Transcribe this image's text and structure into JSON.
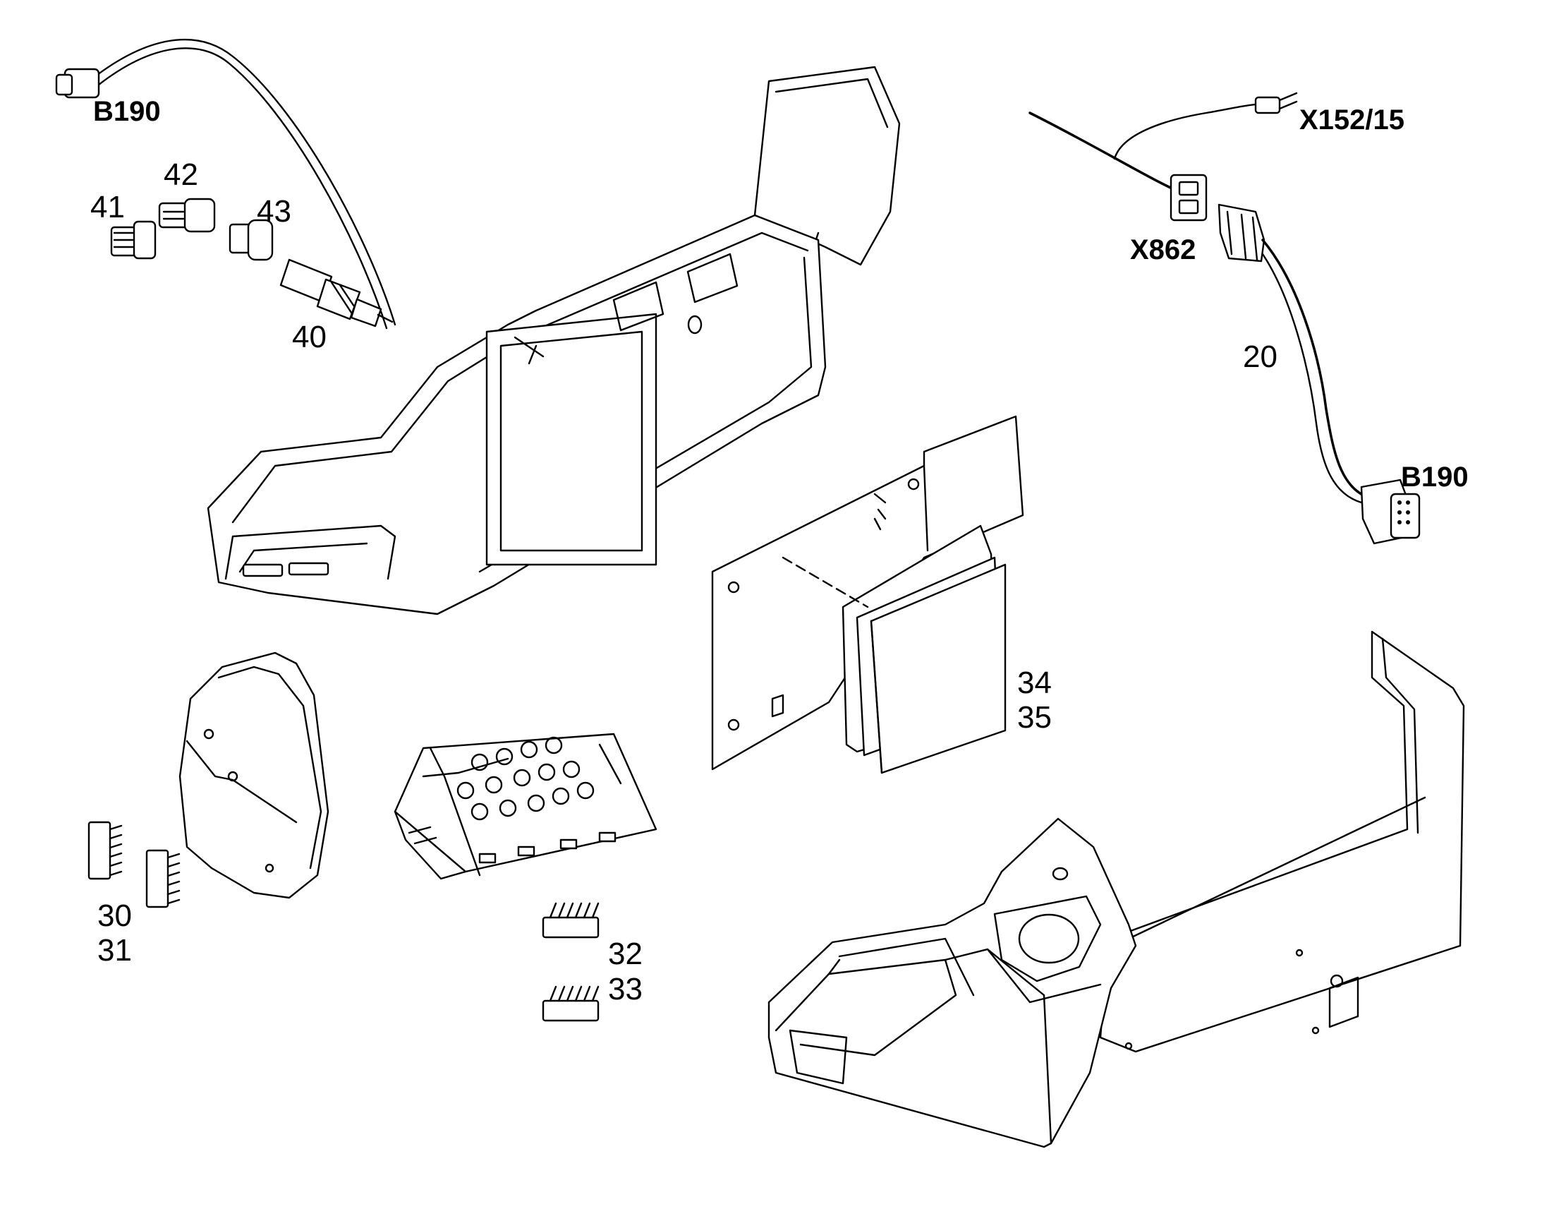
{
  "callouts": {
    "b190_top": "B190",
    "n42": "42",
    "n41": "41",
    "n43": "43",
    "n40": "40",
    "x152_15": "X152/15",
    "x862": "X862",
    "n20": "20",
    "b190_right": "B190",
    "n34": "34",
    "n35": "35",
    "n30": "30",
    "n31": "31",
    "n32": "32",
    "n33": "33"
  }
}
